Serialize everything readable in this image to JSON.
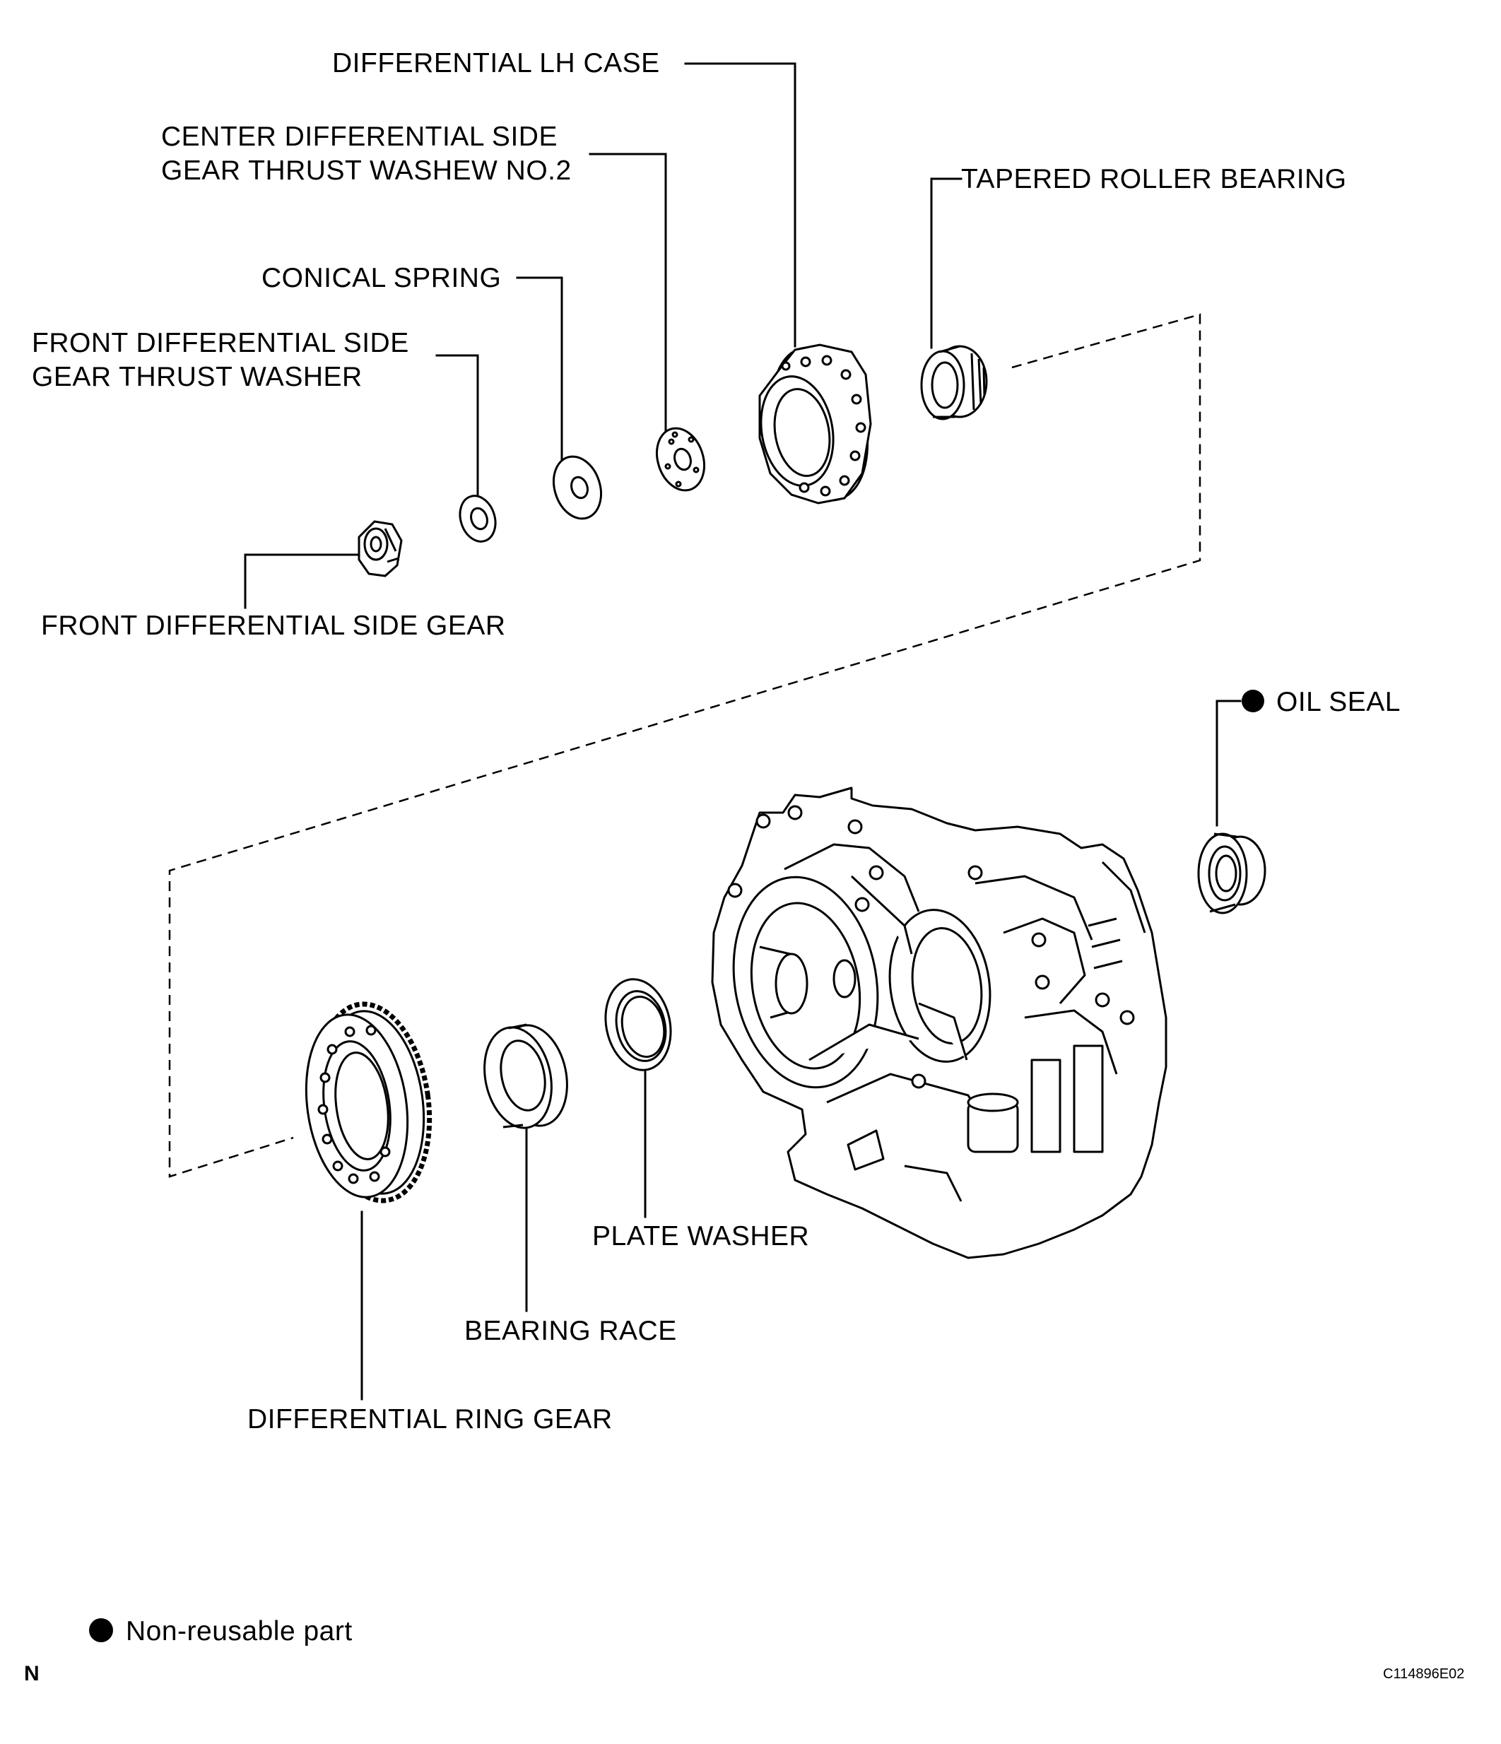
{
  "labels": {
    "differential_lh_case": "DIFFERENTIAL LH CASE",
    "center_washer_line1": "CENTER DIFFERENTIAL SIDE",
    "center_washer_line2": "GEAR THRUST WASHEW NO.2",
    "tapered_roller_bearing": "TAPERED ROLLER BEARING",
    "conical_spring": "CONICAL SPRING",
    "front_washer_line1": "FRONT DIFFERENTIAL SIDE",
    "front_washer_line2": "GEAR THRUST WASHER",
    "front_side_gear": "FRONT DIFFERENTIAL SIDE GEAR",
    "oil_seal": "OIL SEAL",
    "plate_washer": "PLATE WASHER",
    "bearing_race": "BEARING RACE",
    "ring_gear": "DIFFERENTIAL RING GEAR"
  },
  "legend": {
    "non_reusable": "Non-reusable part"
  },
  "footer": {
    "corner_letter": "N",
    "figure_code": "C114896E02"
  }
}
